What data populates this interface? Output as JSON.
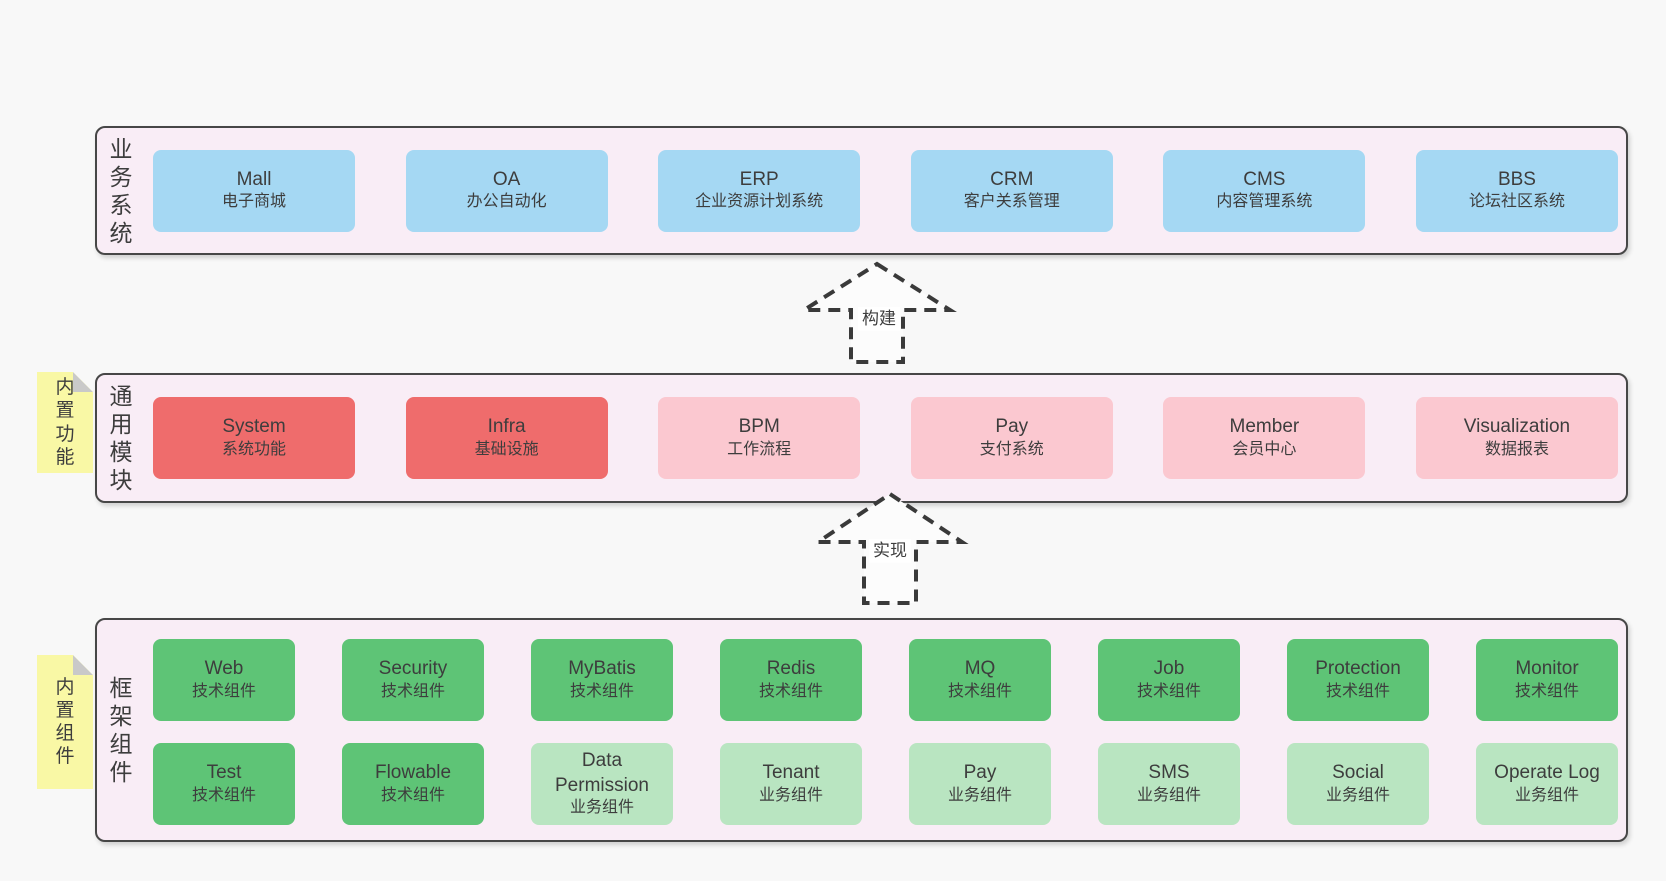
{
  "colors": {
    "page_bg": "#f8f8f8",
    "container_bg": "#f9edf6",
    "container_border": "#474747",
    "box_blue": "#a5d8f3",
    "box_red": "#ef6c6c",
    "box_pink": "#fbc8d0",
    "box_green": "#5ec476",
    "box_light_green": "#b9e5c1",
    "sticky_yellow": "#f9f8a5",
    "sticky_fold": "#c9c9c9",
    "text": "#3d3d3d",
    "arrow_stroke": "#3a3a3a"
  },
  "arrows": [
    {
      "label": "构建"
    },
    {
      "label": "实现"
    }
  ],
  "stickies": [
    {
      "label": "内置功能"
    },
    {
      "label": "内置组件"
    }
  ],
  "layers": [
    {
      "id": "business-systems",
      "label": "业务系统",
      "boxes": [
        {
          "name": "Mall",
          "sub": "电子商城",
          "variant": "blue"
        },
        {
          "name": "OA",
          "sub": "办公自动化",
          "variant": "blue"
        },
        {
          "name": "ERP",
          "sub": "企业资源计划系统",
          "variant": "blue"
        },
        {
          "name": "CRM",
          "sub": "客户关系管理",
          "variant": "blue"
        },
        {
          "name": "CMS",
          "sub": "内容管理系统",
          "variant": "blue"
        },
        {
          "name": "BBS",
          "sub": "论坛社区系统",
          "variant": "blue"
        }
      ]
    },
    {
      "id": "common-modules",
      "label": "通用模块",
      "boxes": [
        {
          "name": "System",
          "sub": "系统功能",
          "variant": "red"
        },
        {
          "name": "Infra",
          "sub": "基础设施",
          "variant": "red"
        },
        {
          "name": "BPM",
          "sub": "工作流程",
          "variant": "pink"
        },
        {
          "name": "Pay",
          "sub": "支付系统",
          "variant": "pink"
        },
        {
          "name": "Member",
          "sub": "会员中心",
          "variant": "pink"
        },
        {
          "name": "Visualization",
          "sub": "数据报表",
          "variant": "pink"
        }
      ]
    },
    {
      "id": "framework-components",
      "label": "框架组件",
      "rows": [
        [
          {
            "name": "Web",
            "sub": "技术组件",
            "variant": "green"
          },
          {
            "name": "Security",
            "sub": "技术组件",
            "variant": "green"
          },
          {
            "name": "MyBatis",
            "sub": "技术组件",
            "variant": "green"
          },
          {
            "name": "Redis",
            "sub": "技术组件",
            "variant": "green"
          },
          {
            "name": "MQ",
            "sub": "技术组件",
            "variant": "green"
          },
          {
            "name": "Job",
            "sub": "技术组件",
            "variant": "green"
          },
          {
            "name": "Protection",
            "sub": "技术组件",
            "variant": "green"
          },
          {
            "name": "Monitor",
            "sub": "技术组件",
            "variant": "green"
          }
        ],
        [
          {
            "name": "Test",
            "sub": "技术组件",
            "variant": "green"
          },
          {
            "name": "Flowable",
            "sub": "技术组件",
            "variant": "green"
          },
          {
            "name": "Data Permission",
            "sub": "业务组件",
            "variant": "lightgreen"
          },
          {
            "name": "Tenant",
            "sub": "业务组件",
            "variant": "lightgreen"
          },
          {
            "name": "Pay",
            "sub": "业务组件",
            "variant": "lightgreen"
          },
          {
            "name": "SMS",
            "sub": "业务组件",
            "variant": "lightgreen"
          },
          {
            "name": "Social",
            "sub": "业务组件",
            "variant": "lightgreen"
          },
          {
            "name": "Operate Log",
            "sub": "业务组件",
            "variant": "lightgreen"
          }
        ]
      ]
    }
  ]
}
